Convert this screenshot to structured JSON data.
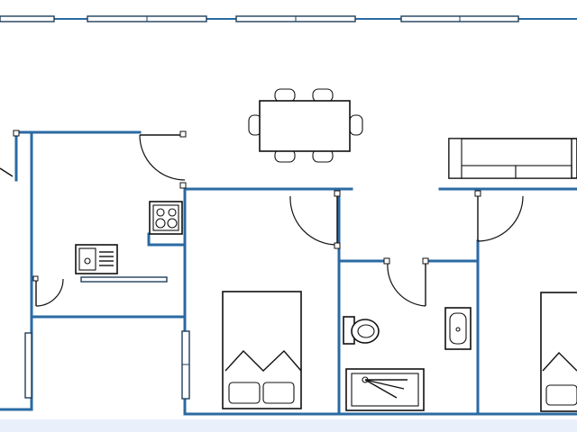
{
  "plan": {
    "colors": {
      "wall": "#2a6aa3",
      "fixture": "#111111",
      "background": "#ffffff",
      "window_frame": "#1f3f5a"
    },
    "rooms": [
      "kitchen",
      "hallway",
      "bedroom-1",
      "bathroom",
      "living-room",
      "bedroom-2"
    ],
    "fixtures": [
      {
        "name": "dining-table",
        "chairs": 6
      },
      {
        "name": "sofa",
        "cushions": 2
      },
      {
        "name": "cooktop",
        "burners": 4
      },
      {
        "name": "kitchen-sink"
      },
      {
        "name": "double-bed",
        "pillows": 2
      },
      {
        "name": "toilet"
      },
      {
        "name": "bathroom-basin"
      },
      {
        "name": "shower-tray"
      }
    ],
    "doors": 7,
    "windows": 8
  }
}
